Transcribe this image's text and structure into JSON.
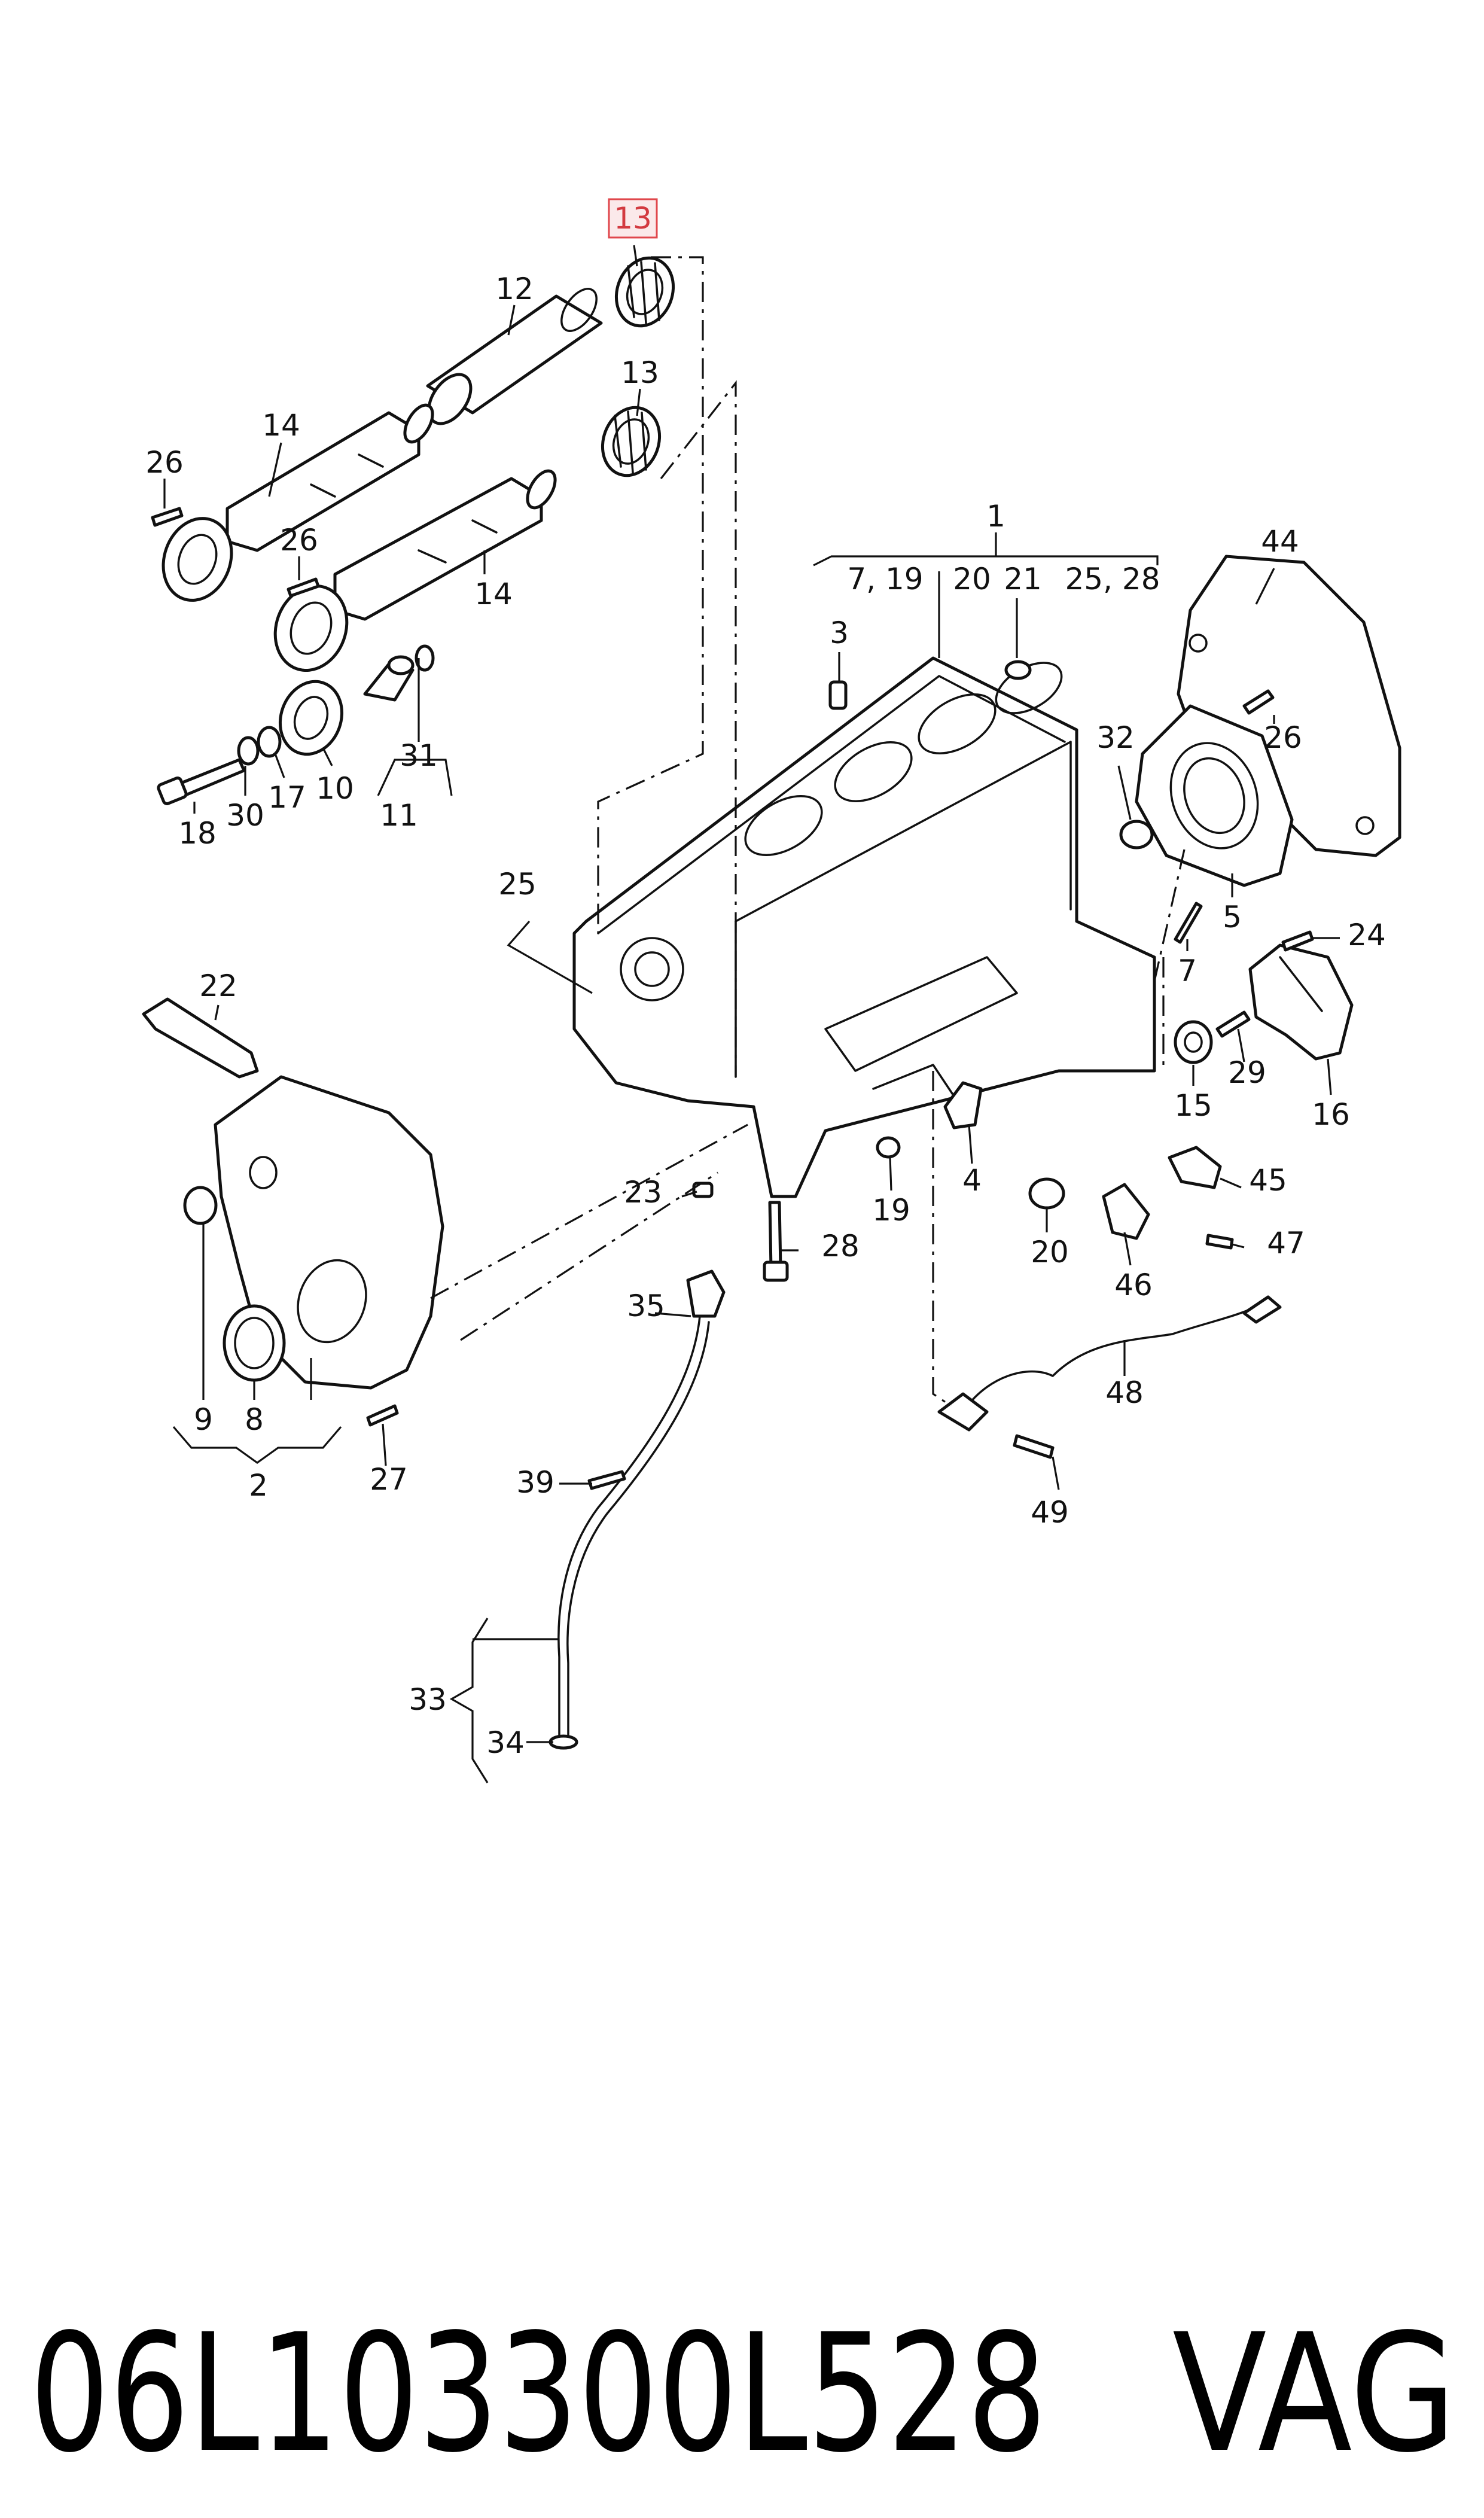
{
  "diagram": {
    "callouts": [
      {
        "id": "c13a",
        "text": "13",
        "highlight": true
      },
      {
        "id": "c12",
        "text": "12"
      },
      {
        "id": "c13b",
        "text": "13"
      },
      {
        "id": "c14a",
        "text": "14"
      },
      {
        "id": "c26a",
        "text": "26"
      },
      {
        "id": "c26b",
        "text": "26"
      },
      {
        "id": "c14b",
        "text": "14"
      },
      {
        "id": "c1",
        "text": "1"
      },
      {
        "id": "cg1",
        "text": "7, 19"
      },
      {
        "id": "cg2",
        "text": "20"
      },
      {
        "id": "cg3",
        "text": "21"
      },
      {
        "id": "cg4",
        "text": "25, 28"
      },
      {
        "id": "c44",
        "text": "44"
      },
      {
        "id": "c3",
        "text": "3"
      },
      {
        "id": "c31",
        "text": "31"
      },
      {
        "id": "c11",
        "text": "11"
      },
      {
        "id": "c18",
        "text": "18"
      },
      {
        "id": "c30",
        "text": "30"
      },
      {
        "id": "c17",
        "text": "17"
      },
      {
        "id": "c10",
        "text": "10"
      },
      {
        "id": "c32",
        "text": "32"
      },
      {
        "id": "c26c",
        "text": "26"
      },
      {
        "id": "c5",
        "text": "5"
      },
      {
        "id": "c25",
        "text": "25"
      },
      {
        "id": "c24",
        "text": "24"
      },
      {
        "id": "c7",
        "text": "7"
      },
      {
        "id": "c22",
        "text": "22"
      },
      {
        "id": "c29",
        "text": "29"
      },
      {
        "id": "c15",
        "text": "15"
      },
      {
        "id": "c16",
        "text": "16"
      },
      {
        "id": "c45",
        "text": "45"
      },
      {
        "id": "c23",
        "text": "23"
      },
      {
        "id": "c19",
        "text": "19"
      },
      {
        "id": "c4",
        "text": "4"
      },
      {
        "id": "c47",
        "text": "47"
      },
      {
        "id": "c28",
        "text": "28"
      },
      {
        "id": "c20",
        "text": "20"
      },
      {
        "id": "c46",
        "text": "46"
      },
      {
        "id": "c35",
        "text": "35"
      },
      {
        "id": "c48",
        "text": "48"
      },
      {
        "id": "c9",
        "text": "9"
      },
      {
        "id": "c8",
        "text": "8"
      },
      {
        "id": "c2",
        "text": "2"
      },
      {
        "id": "c27",
        "text": "27"
      },
      {
        "id": "c39",
        "text": "39"
      },
      {
        "id": "c49",
        "text": "49"
      },
      {
        "id": "c33",
        "text": "33"
      },
      {
        "id": "c34",
        "text": "34"
      }
    ]
  },
  "footer": {
    "part_number": "06L103300L528",
    "brand": "VAG"
  }
}
